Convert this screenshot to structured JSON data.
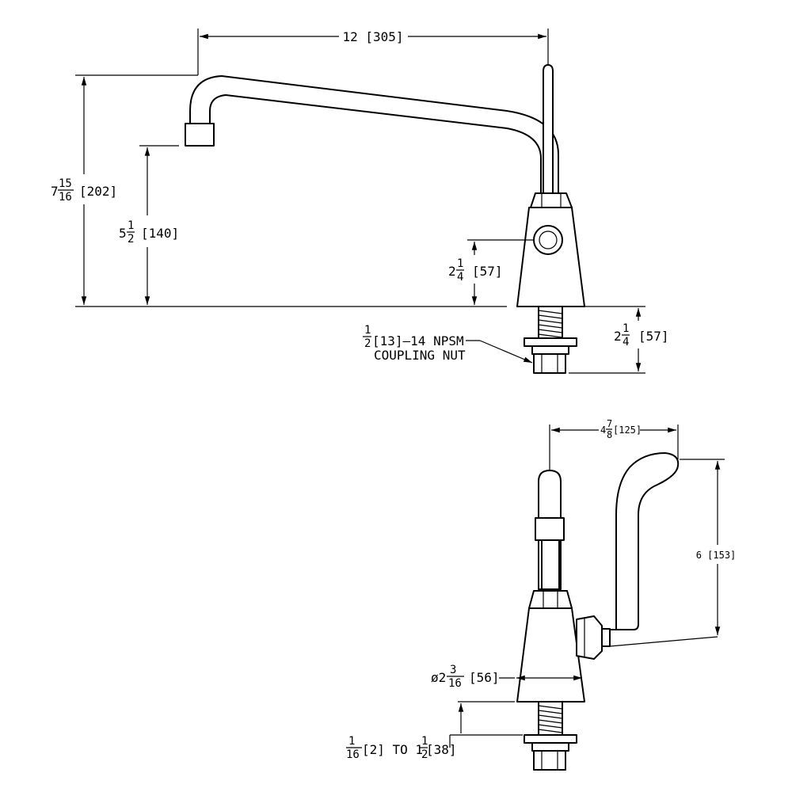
{
  "dimensions": {
    "top_width": "12 [305]",
    "total_height_whole": "7",
    "total_height_num": "15",
    "total_height_den": "16",
    "total_height_metric": "[202]",
    "spout_height_whole": "5",
    "spout_height_num": "1",
    "spout_height_den": "2",
    "spout_height_metric": "[140]",
    "handle_height_whole": "2",
    "handle_height_num": "1",
    "handle_height_den": "4",
    "handle_height_metric": "[57]",
    "shank_length_whole": "2",
    "shank_length_num": "1",
    "shank_length_den": "4",
    "shank_length_metric": "[57]",
    "coupling_num": "1",
    "coupling_den": "2",
    "coupling_text": "[13]–14 NPSM",
    "coupling_text2": "COUPLING NUT",
    "handle_reach_whole": "4",
    "handle_reach_num": "7",
    "handle_reach_den": "8",
    "handle_reach_metric": "[125]",
    "handle_rise": "6 [153]",
    "body_dia_prefix": "ø2",
    "body_dia_num": "3",
    "body_dia_den": "16",
    "body_dia_metric": "[56]",
    "deck_num1": "1",
    "deck_den1": "16",
    "deck_mid": "[2] TO 1",
    "deck_num2": "1",
    "deck_den2": "2",
    "deck_metric2": "[38]"
  }
}
